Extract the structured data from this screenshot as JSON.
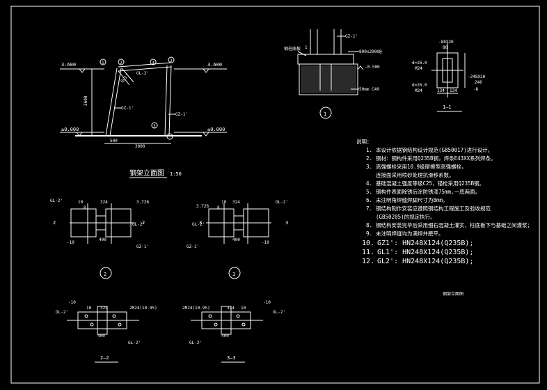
{
  "elevation": {
    "elev_left": "3.600",
    "elev_right": "3.600",
    "elev_zero_left": "±0.000",
    "elev_zero_right": "±0.000",
    "dim_height": "3600",
    "dim_bottom_a": "500",
    "dim_bottom_b": "3000",
    "label_gl2": "GL-2'",
    "label_gl1": "GL1'",
    "label_gz_left": "GZ-1'",
    "label_gz_right": "GZ-1'",
    "axis_1": "1",
    "axis_2": "2",
    "axis_3": "3",
    "title": "钢架立面图",
    "scale": "1:50"
  },
  "detail1": {
    "label_gz": "GZ-1'",
    "note_top": "800x2000@",
    "note_mid": "-0.500",
    "note_bot": "50mm C40",
    "note_left": "钢柱底板",
    "num": "1",
    "callout": "1"
  },
  "section11": {
    "top1": "-80X20",
    "top2": "80",
    "d1": "d=26.0",
    "d1b": "M24",
    "d2": "d=26.0",
    "d2b": "M24",
    "r1": "-248X20",
    "r2": "246",
    "r3": "-8",
    "b1": "134",
    "b2": "134",
    "title": "1—1"
  },
  "notes": {
    "heading": "说明：",
    "items": [
      {
        "n": "1.",
        "t": "本设计依据钢结构设计规范(GB50017)进行设计。"
      },
      {
        "n": "2.",
        "t": "钢材：钢构件采用Q235B钢，焊条E43XX系列焊条。"
      },
      {
        "n": "3.",
        "t": "高强螺栓采用10.9级摩擦型高强螺栓，"
      },
      {
        "n": "",
        "t": "连接面采用喷砂处理抗滑移系数。"
      },
      {
        "n": "4.",
        "t": "基础混凝土强度等级C25，锚栓采用Q235B钢。"
      },
      {
        "n": "5.",
        "t": "钢构件表面除锈后涂防锈漆75mm,一底两面。"
      },
      {
        "n": "6.",
        "t": "未注明角焊缝焊脚尺寸为8mm。"
      },
      {
        "n": "7.",
        "t": "钢结构制作安装应遵照钢结构工程施工及验收规范"
      },
      {
        "n": "",
        "t": "(GB50205)的规定执行。"
      },
      {
        "n": "8.",
        "t": "钢结构安装完毕后采用细石混凝土灌实，柱底板下与基础之间灌浆；"
      },
      {
        "n": "9.",
        "t": "未注明焊缝均为满焊并磨平。"
      }
    ],
    "big": [
      {
        "n": "10.",
        "t": "GZ1': HN248X124(Q235B);"
      },
      {
        "n": "11.",
        "t": "GL1': HN248X124(Q235B);"
      },
      {
        "n": "12.",
        "t": "GL2': HN248X124(Q235B);"
      }
    ],
    "stamp": "钢架立面图"
  },
  "detail2": {
    "gl2": "GL-2'",
    "gl2b": "GL-2'",
    "gz": "GZ-1'",
    "elev": "3.726",
    "d324": "324",
    "d10": "-10",
    "d400": "400",
    "sec": "2",
    "sec2": "2",
    "num": "2",
    "t0": "10",
    "t1": "8"
  },
  "detail3": {
    "gl2": "GL-2'",
    "gl2b": "GL-2'",
    "gz": "GZ-1'",
    "elev": "3.726",
    "d324": "324",
    "d10": "-10",
    "d400": "400",
    "sec": "3",
    "sec2": "3",
    "num": "3",
    "t0": "10",
    "t1": "8"
  },
  "section22": {
    "d10": "-10",
    "d10b": "10",
    "d324": "324",
    "m24": "2M24(10.95)",
    "d400": "400",
    "gl2": "GL-2'",
    "gl2b": "GL-2'",
    "title": "2—2"
  },
  "section33": {
    "d10": "-10",
    "d10b": "10",
    "d324": "324",
    "m24": "2M24(10.95)",
    "d400": "400",
    "gl2": "GL-2'",
    "gl2b": "GL-2'",
    "title": "3—3"
  }
}
